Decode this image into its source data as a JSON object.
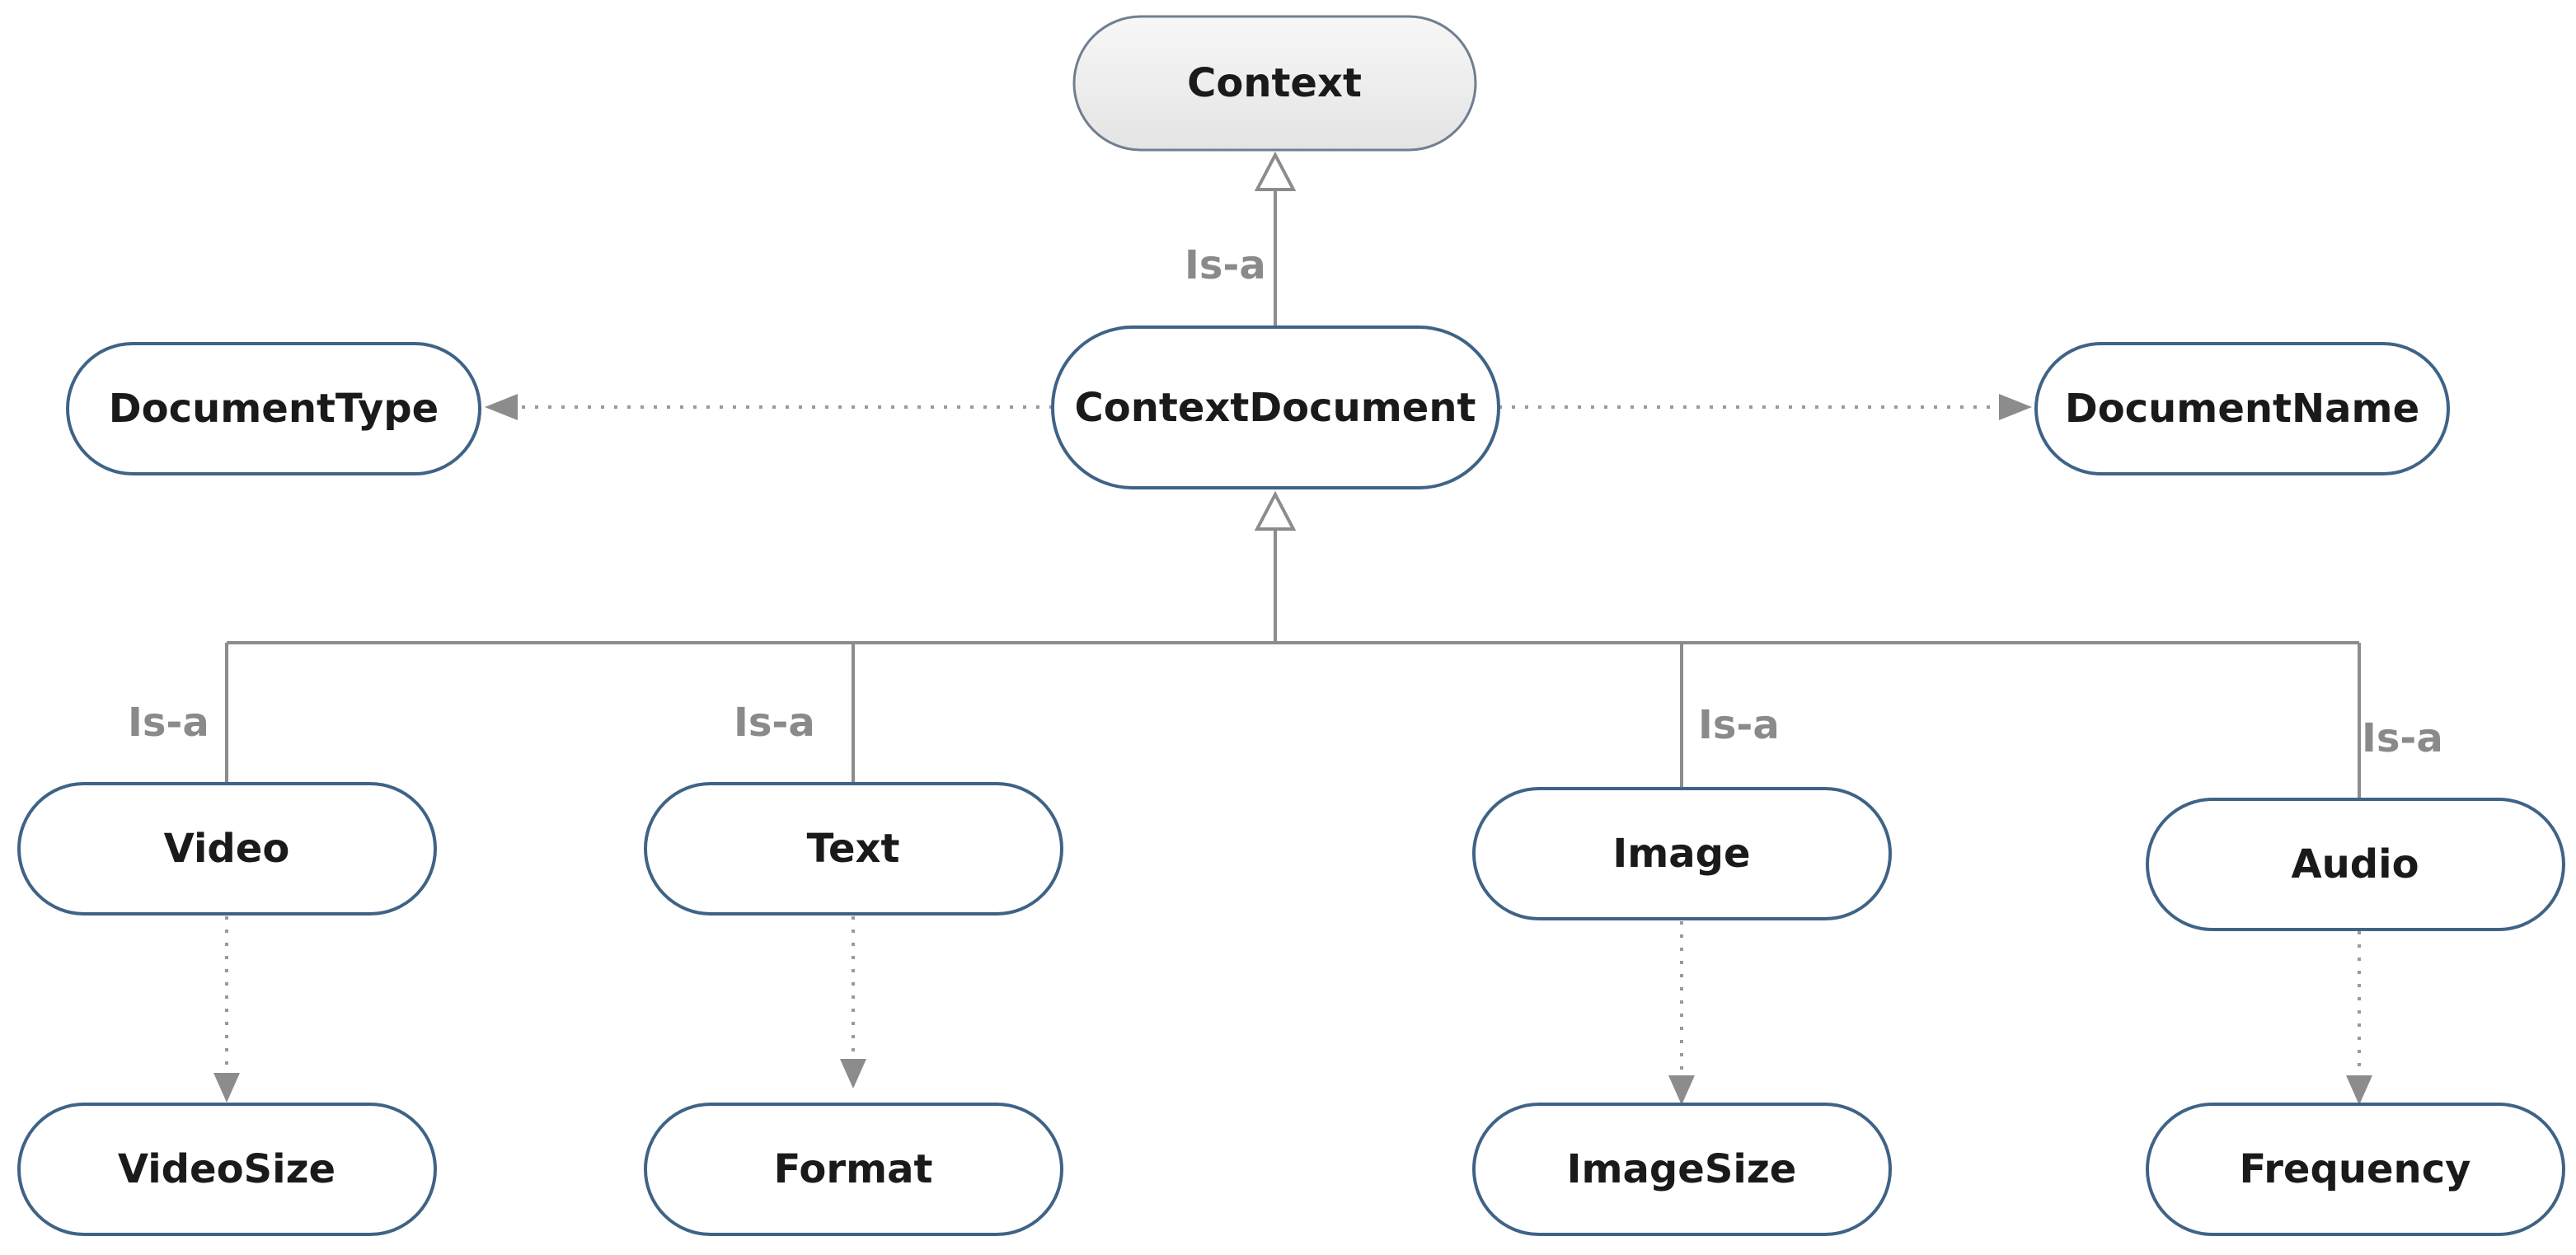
{
  "nodes": {
    "context": "Context",
    "context_document": "ContextDocument",
    "document_type": "DocumentType",
    "document_name": "DocumentName",
    "video": "Video",
    "text": "Text",
    "image": "Image",
    "audio": "Audio",
    "video_size": "VideoSize",
    "format": "Format",
    "image_size": "ImageSize",
    "frequency": "Frequency"
  },
  "edge_labels": {
    "context_document_is_a": "Is-a",
    "video_is_a": "Is-a",
    "text_is_a": "Is-a",
    "image_is_a": "Is-a",
    "audio_is_a": "Is-a"
  },
  "colors": {
    "node_border": "#3f6386",
    "root_fill": "#efefef",
    "line": "#8c8c8c",
    "label": "#8a8a8a"
  }
}
